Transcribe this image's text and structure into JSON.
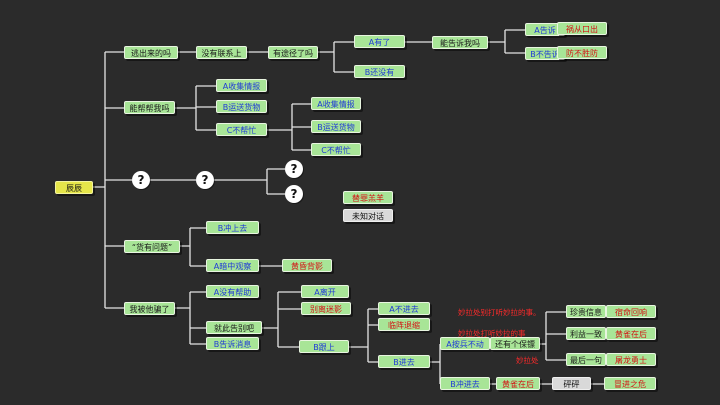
{
  "root": "辰辰",
  "q1": "逃出来的吗",
  "q1_no": "没有联系上",
  "q1_way": "有途径了吗",
  "q1_a": "A有了",
  "q1_b": "B还没有",
  "q1_tell": "能告诉我吗",
  "q1_tell_a": "A告诉",
  "q1_tell_b": "B不告诉",
  "end_huocong": "祸从口出",
  "end_fangbusheng": "防不胜防",
  "q2": "能帮帮我吗",
  "q2_a": "A收集情报",
  "q2_b": "B运送货物",
  "q2_c": "C不帮忙",
  "q2c_a": "A收集情报",
  "q2c_b": "B运送货物",
  "q2c_c": "C不帮忙",
  "mark_q": "?",
  "end_tizui": "替罪羔羊",
  "end_weizhi": "未知对话",
  "q3": "“货有问题”",
  "q3_a": "B冲上去",
  "q3_b": "A暗中观察",
  "end_huanghun": "黄昏背影",
  "q4": "我被他骗了",
  "q4_a": "A没有帮助",
  "q4_b": "就此告别吧",
  "q4_c": "B告诉消息",
  "q4b_a": "A离开",
  "q4b_b": "别离迷影",
  "q4b_follow": "B跟上",
  "q4f_a": "A不进去",
  "end_linzhen": "临阵退缩",
  "q4f_b": "B进去",
  "q4f_b_a": "A按兵不动",
  "q4f_b_b": "B冲进去",
  "q4f_keep": "还有个保镖",
  "end_huangque": "黄雀在后",
  "pengpeng": "砰砰",
  "end_maojin": "冒进之危",
  "note1": "妙拉处别打听妙拉的事。",
  "note2": "妙拉处打听妙拉的事",
  "note3": "妙拉处",
  "chain1": "珍贵信息",
  "chain2": "利益一致",
  "chain3": "最后一句",
  "end_suming": "宿命回响",
  "end_huangque2": "黄雀在后",
  "end_tulong": "屠龙勇士"
}
